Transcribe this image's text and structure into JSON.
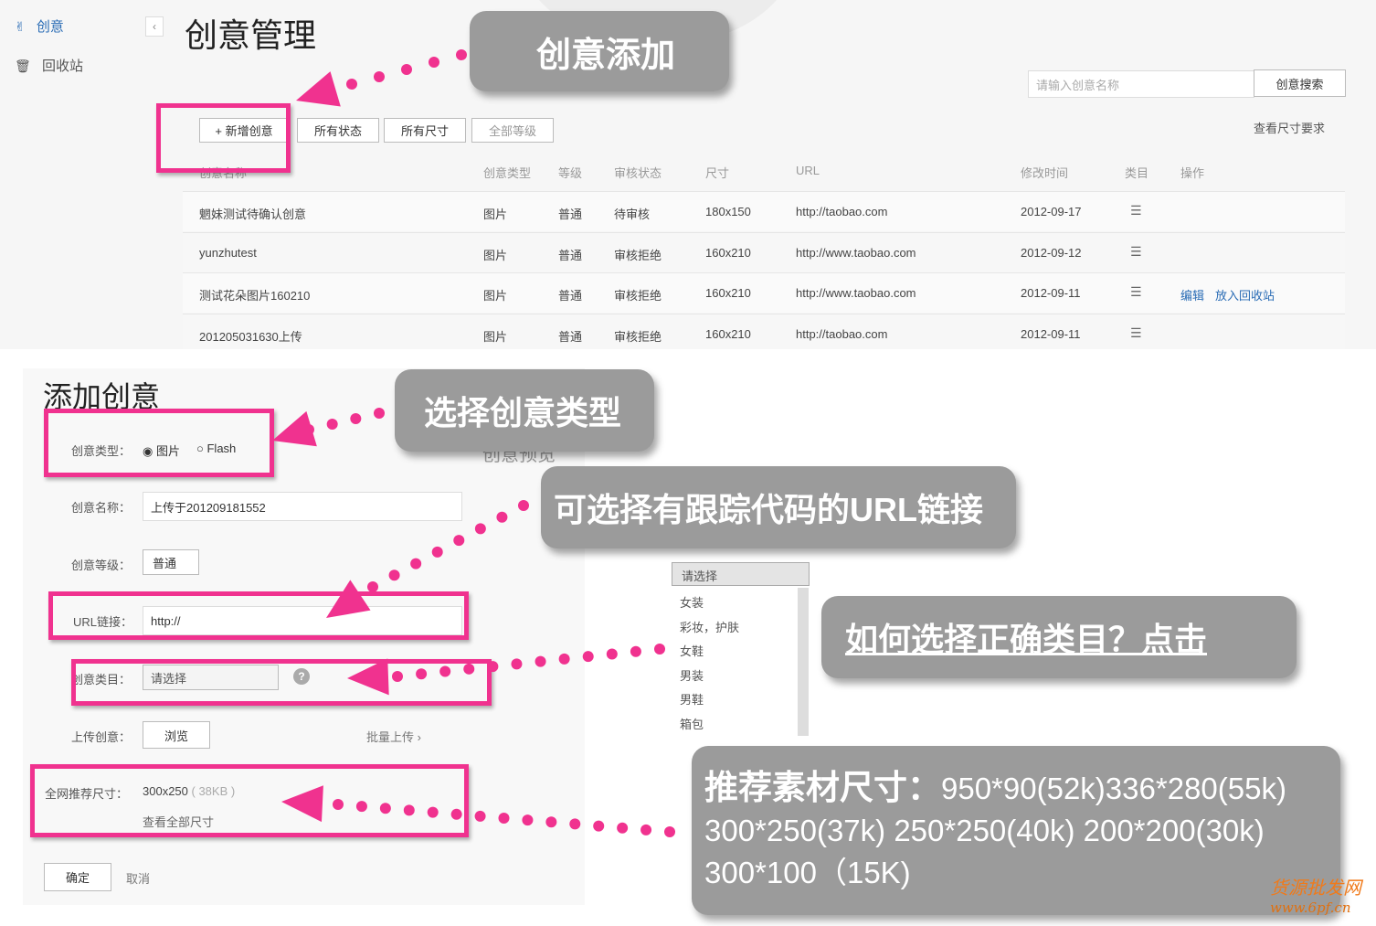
{
  "sidebar": {
    "items": [
      {
        "label": "创意",
        "icon": "hand-icon",
        "active": true
      },
      {
        "label": "回收站",
        "icon": "trash-icon"
      }
    ]
  },
  "header": {
    "title": "创意管理"
  },
  "search": {
    "placeholder": "请输入创意名称",
    "button": "创意搜索"
  },
  "toolbar": {
    "add": "+ 新增创意",
    "status": "所有状态",
    "size": "所有尺寸",
    "level": "全部等级",
    "size_req": "查看尺寸要求"
  },
  "table": {
    "headers": [
      "创意名称",
      "创意类型",
      "等级",
      "审核状态",
      "尺寸",
      "URL",
      "修改时间",
      "类目",
      "操作"
    ],
    "rows": [
      {
        "name": "魍妹测试待确认创意",
        "type": "图片",
        "level": "普通",
        "status": "待审核",
        "size": "180x150",
        "url": "http://taobao.com",
        "date": "2012-09-17",
        "actions": []
      },
      {
        "name": "yunzhutest",
        "type": "图片",
        "level": "普通",
        "status": "审核拒绝",
        "size": "160x210",
        "url": "http://www.taobao.com",
        "date": "2012-09-12",
        "actions": []
      },
      {
        "name": "测试花朵图片160210",
        "type": "图片",
        "level": "普通",
        "status": "审核拒绝",
        "size": "160x210",
        "url": "http://www.taobao.com",
        "date": "2012-09-11",
        "actions": [
          "编辑",
          "放入回收站"
        ]
      },
      {
        "name": "201205031630上传",
        "type": "图片",
        "level": "普通",
        "status": "审核拒绝",
        "size": "160x210",
        "url": "http://taobao.com",
        "date": "2012-09-11",
        "actions": []
      }
    ]
  },
  "form": {
    "title": "添加创意",
    "type_label": "创意类型：",
    "type_options": [
      "图片",
      "Flash"
    ],
    "type_selected": "图片",
    "name_label": "创意名称：",
    "name_value": "上传于201209181552",
    "level_label": "创意等级：",
    "level_value": "普通",
    "url_label": "URL链接：",
    "url_value": "http://",
    "category_label": "创意类目：",
    "category_value": "请选择",
    "upload_label": "上传创意：",
    "browse": "浏览",
    "batch_upload": "批量上传 ›",
    "rec_label": "全网推荐尺寸：",
    "rec_size": "300x250",
    "rec_kb": "( 38KB )",
    "view_all": "查看全部尺寸",
    "confirm": "确定",
    "cancel": "取消",
    "preview": "创意预览"
  },
  "dropdown": {
    "selected": "请选择",
    "options": [
      "女装",
      "彩妆，护肤",
      "女鞋",
      "男装",
      "男鞋",
      "箱包"
    ]
  },
  "callouts": {
    "add": "创意添加",
    "type": "选择创意类型",
    "url": "可选择有跟踪代码的URL链接",
    "category": "如何选择正确类目？点击",
    "sizes_title": "推荐素材尺寸：",
    "sizes_line1": "950*90(52k)336*280(55k)",
    "sizes_line2": "300*250(37k) 250*250(40k) 200*200(30k)",
    "sizes_line3": "300*100（15K)"
  },
  "watermark": {
    "line1": "货源批发网",
    "line2": "www.6pf.cn"
  },
  "colors": {
    "highlight": "#f0328f",
    "callout": "#9b9b9b",
    "link": "#2a6cb5"
  }
}
